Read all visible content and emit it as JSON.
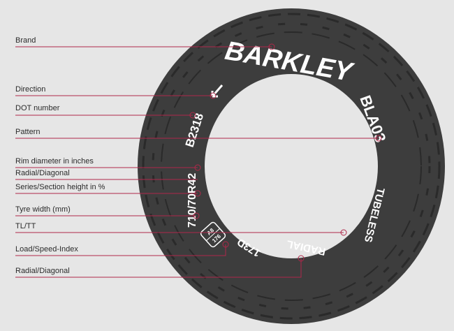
{
  "labels": {
    "brand": "Brand",
    "direction": "Direction",
    "dot_number": "DOT number",
    "pattern": "Pattern",
    "rim_diameter": "Rim diameter in inches",
    "radial_diagonal_1": "Radial/Diagonal",
    "series_section": "Series/Section height in %",
    "tyre_width": "Tyre width (mm)",
    "tl_tt": "TL/TT",
    "load_speed": "Load/Speed-Index",
    "radial_diagonal_2": "Radial/Diagonal"
  },
  "tyre_text": {
    "brand": "BARKLEY",
    "pattern": "BLA03",
    "dot": "B2318",
    "size": "710/70R42",
    "tubeless": "TUBELESS",
    "radial": "RADIAL",
    "load_index": "173D",
    "badge_top": "A8",
    "badge_bottom": "176"
  },
  "colors": {
    "background": "#e6e6e6",
    "tyre": "#3d3d3d",
    "tread_lines": "#2a2a2a",
    "callout": "#b0284a",
    "tyre_text": "#ffffff",
    "label_text": "#2b2b2b"
  }
}
